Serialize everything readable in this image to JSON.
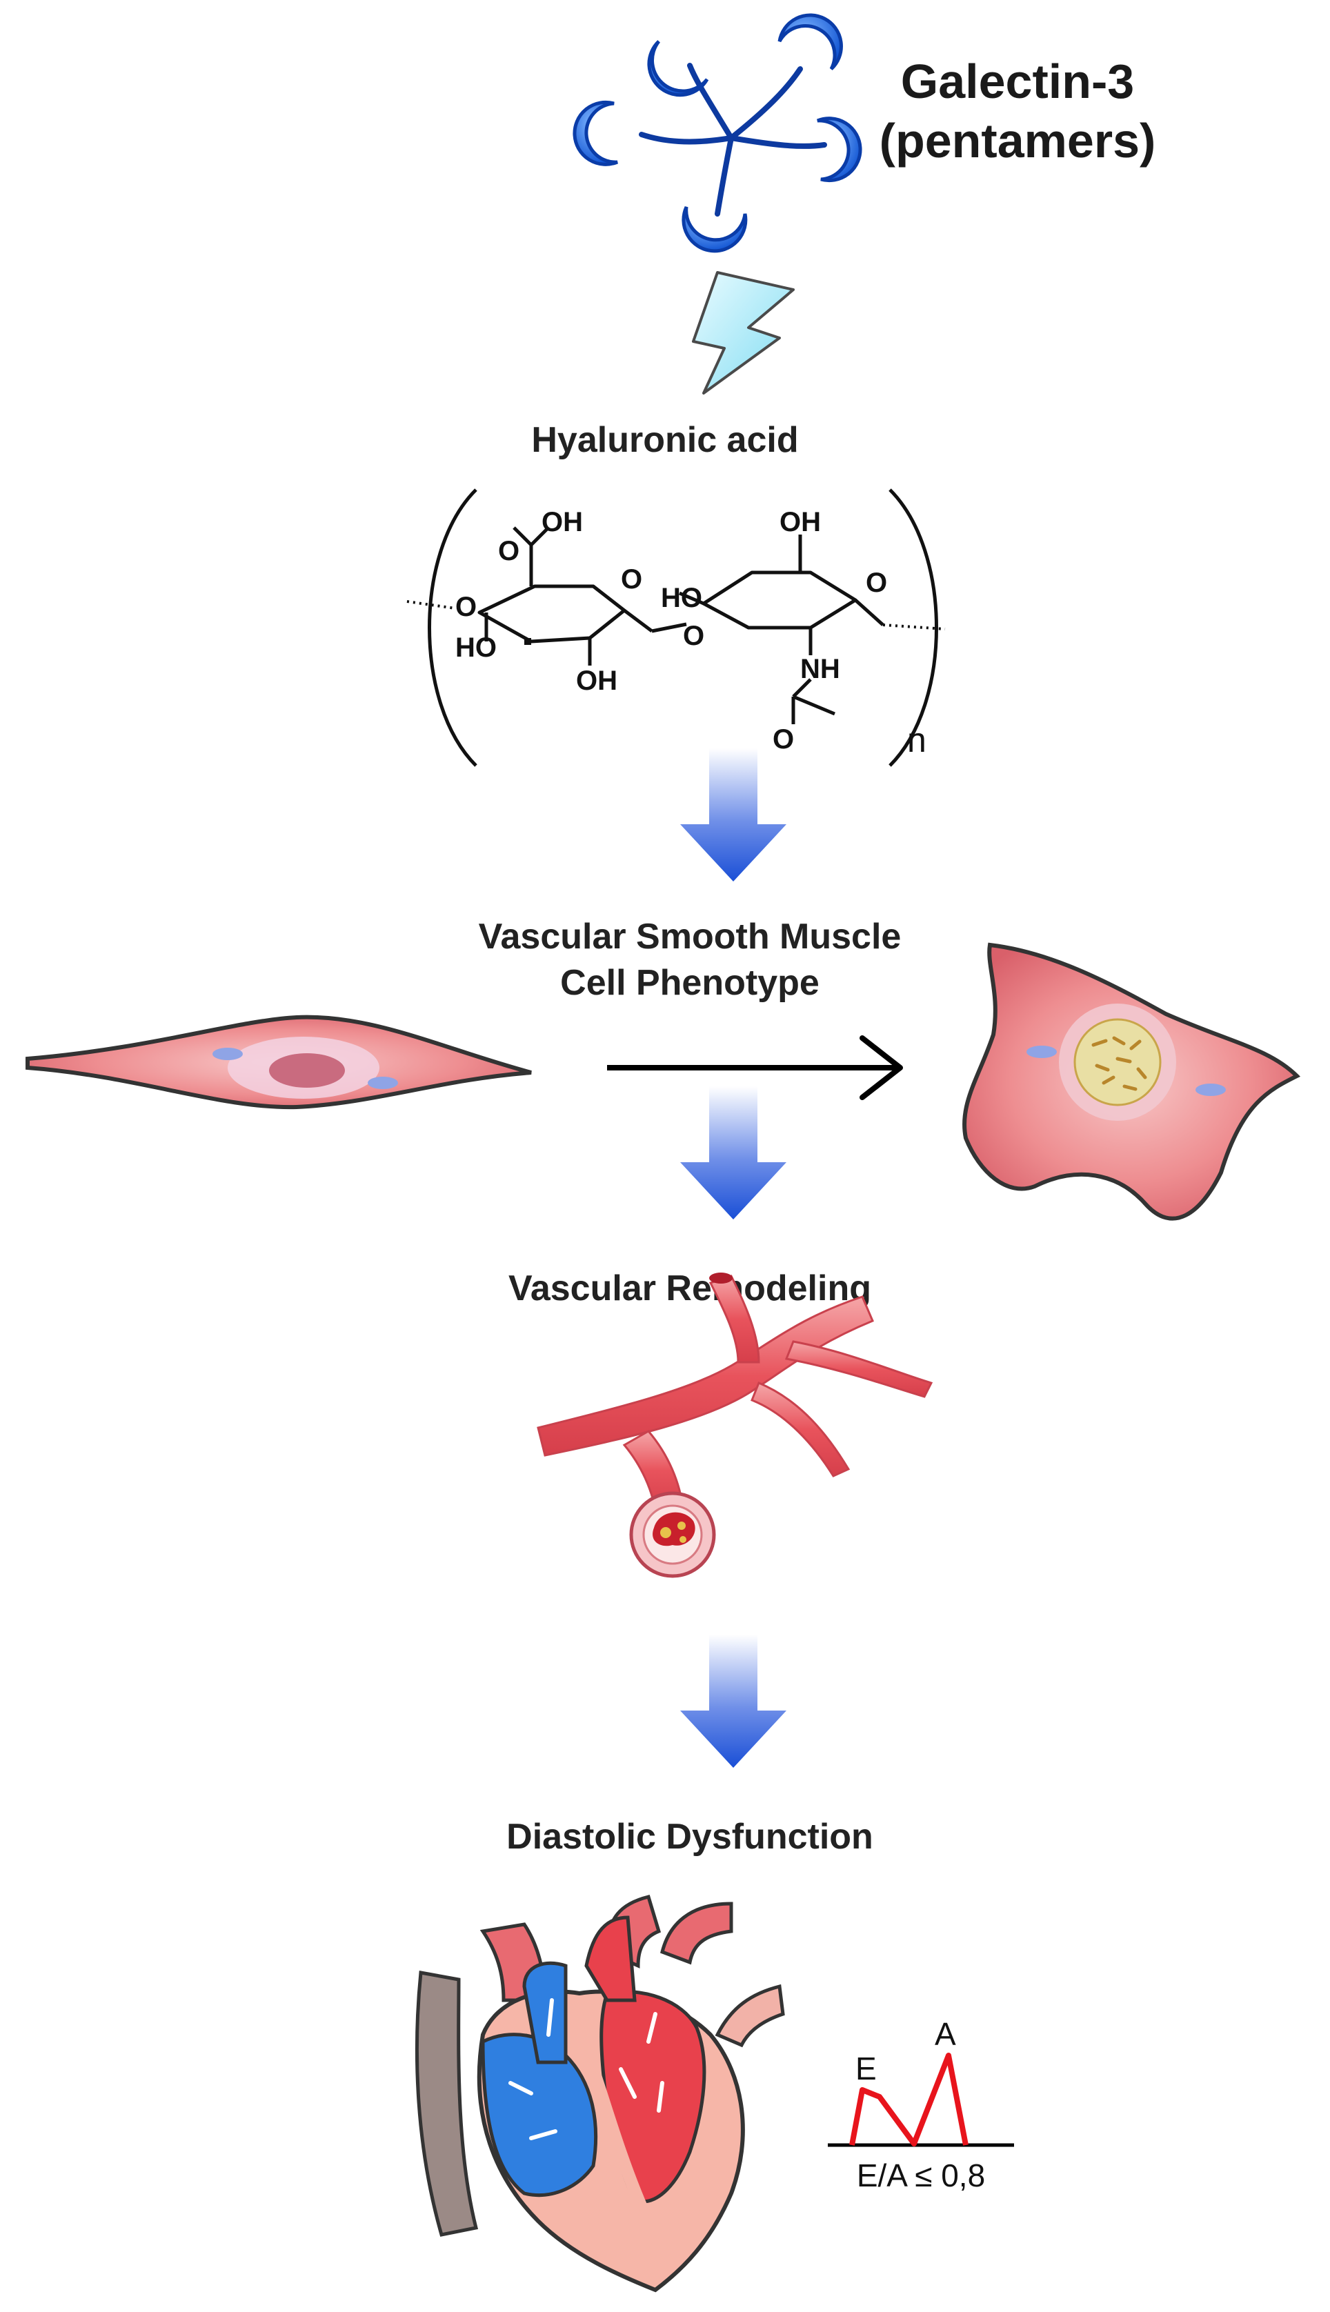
{
  "galectin": {
    "title_line1": "Galectin-3",
    "title_line2": "(pentamers)"
  },
  "hyaluronic": {
    "title": "Hyaluronic acid",
    "groups": {
      "oh_top_left": "OH",
      "oh_top_right": "OH",
      "o_carbonyl": "O",
      "o_link_left": "O",
      "o_ring_left": "O",
      "ho_bridge": "HO",
      "o_glycosidic": "O",
      "o_ring_right": "O",
      "ho_left": "HO",
      "oh_bottom": "OH",
      "nh": "NH",
      "o_acetyl": "O"
    },
    "repeat_subscript": "n"
  },
  "steps": {
    "vsmc_line1": "Vascular Smooth Muscle",
    "vsmc_line2": "Cell Phenotype",
    "remodeling": "Vascular Remodeling",
    "diastolic": "Diastolic Dysfunction"
  },
  "doppler": {
    "e_label": "E",
    "a_label": "A",
    "ratio": "E/A ≤ 0,8",
    "curve_color": "#e8141c"
  },
  "colors": {
    "arrow_blue": "#1a4fd6",
    "vessel_red": "#e8535c",
    "galectin_blue": "#1f6fe0"
  }
}
